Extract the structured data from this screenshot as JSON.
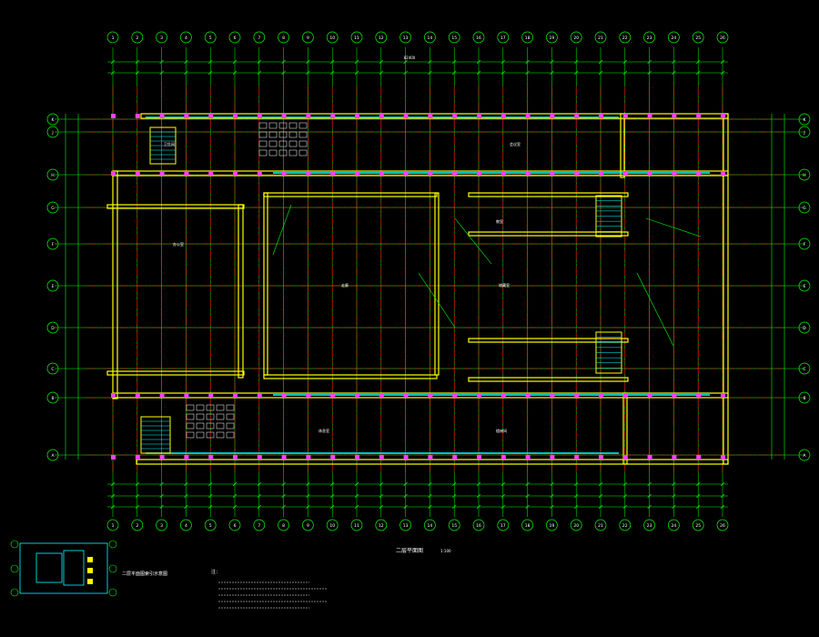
{
  "drawing": {
    "title": "二层平面图",
    "scale": "1:100",
    "keyplan_caption": "二层平面图索引示意图",
    "notes_heading": "注：",
    "grid_columns": [
      "1",
      "2",
      "3",
      "4",
      "5",
      "6",
      "7",
      "8",
      "9",
      "10",
      "11",
      "12",
      "13",
      "14",
      "15",
      "16",
      "17",
      "18",
      "19",
      "20",
      "21",
      "22",
      "23",
      "24",
      "25",
      "26"
    ],
    "grid_rows": [
      "A",
      "B",
      "C",
      "D",
      "E",
      "F",
      "G",
      "H",
      "J",
      "K"
    ],
    "overall_dimension": "82400",
    "room_labels": [
      "卫生间",
      "走廊",
      "办公室",
      "会议室",
      "教室",
      "储藏室",
      "休息室",
      "楼梯间"
    ]
  },
  "colors": {
    "background": "#000000",
    "grid_line": "#ff2020",
    "dimension_line": "#00ff00",
    "wall": "#ffff00",
    "column": "#ff40ff",
    "glazing": "#00ffff",
    "text": "#ffffff"
  }
}
